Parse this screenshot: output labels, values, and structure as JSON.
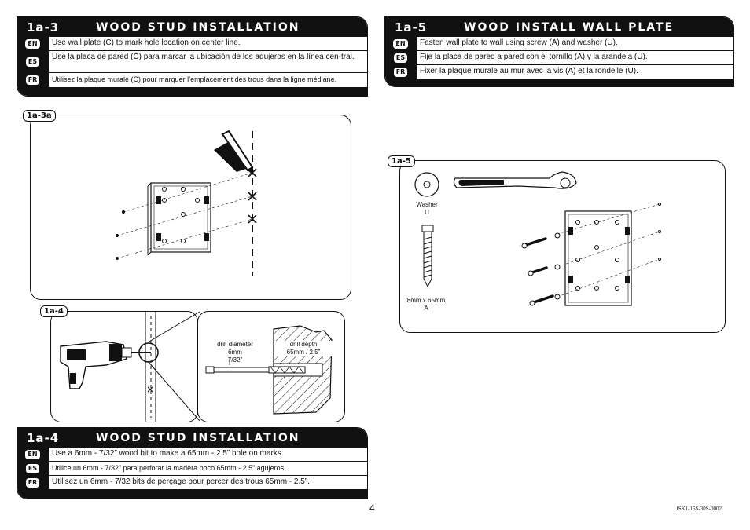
{
  "sec_1a3": {
    "num": "1a-3",
    "title": "WOOD STUD INSTALLATION",
    "rows": [
      {
        "lang": "EN",
        "text": "Use wall plate (C) to mark hole location on center line."
      },
      {
        "lang": "ES",
        "text": "Use la placa de pared (C) para marcar la ubicación de los agujeros en la línea cen-tral."
      },
      {
        "lang": "FR",
        "text": "Utilisez la plaque murale (C) pour marquer l’emplacement des trous dans la ligne médiane."
      }
    ]
  },
  "sec_1a5": {
    "num": "1a-5",
    "title": "WOOD INSTALL WALL PLATE",
    "rows": [
      {
        "lang": "EN",
        "text": "Fasten wall plate to wall using screw (A) and washer (U)."
      },
      {
        "lang": "ES",
        "text": "Fije la placa de pared a pared con el tornillo (A) y la arandela (U)."
      },
      {
        "lang": "FR",
        "text": "Fixer la plaque murale au mur avec la vis (A) et la rondelle (U)."
      }
    ]
  },
  "sec_1a4": {
    "num": "1a-4",
    "title": "WOOD STUD INSTALLATION",
    "rows": [
      {
        "lang": "EN",
        "text": "Use a 6mm - 7/32” wood bit to make a 65mm - 2.5” hole on marks."
      },
      {
        "lang": "ES",
        "text": "Utilice un 6mm - 7/32” para perforar la madera poco 65mm - 2.5” agujeros."
      },
      {
        "lang": "FR",
        "text": "Utilisez un 6mm - 7/32 bits de perçage pour percer des trous 65mm - 2.5”."
      }
    ]
  },
  "figures": {
    "fig_1a3a": {
      "tag": "1a-3a"
    },
    "fig_1a4": {
      "tag": "1a-4",
      "drill_diameter": "drill diameter",
      "drill_diameter_value1": "6mm",
      "drill_diameter_value2": "7/32”",
      "drill_depth": "drill depth",
      "drill_depth_value": "65mm / 2.5”"
    },
    "fig_1a5": {
      "tag": "1a-5",
      "washer_label": "Washer",
      "washer_code": "U",
      "screw_label": "8mm x 65mm",
      "screw_code": "A"
    }
  },
  "footer": {
    "page_number": "4",
    "doc_code": "JSK1-16S-30S-0002"
  }
}
